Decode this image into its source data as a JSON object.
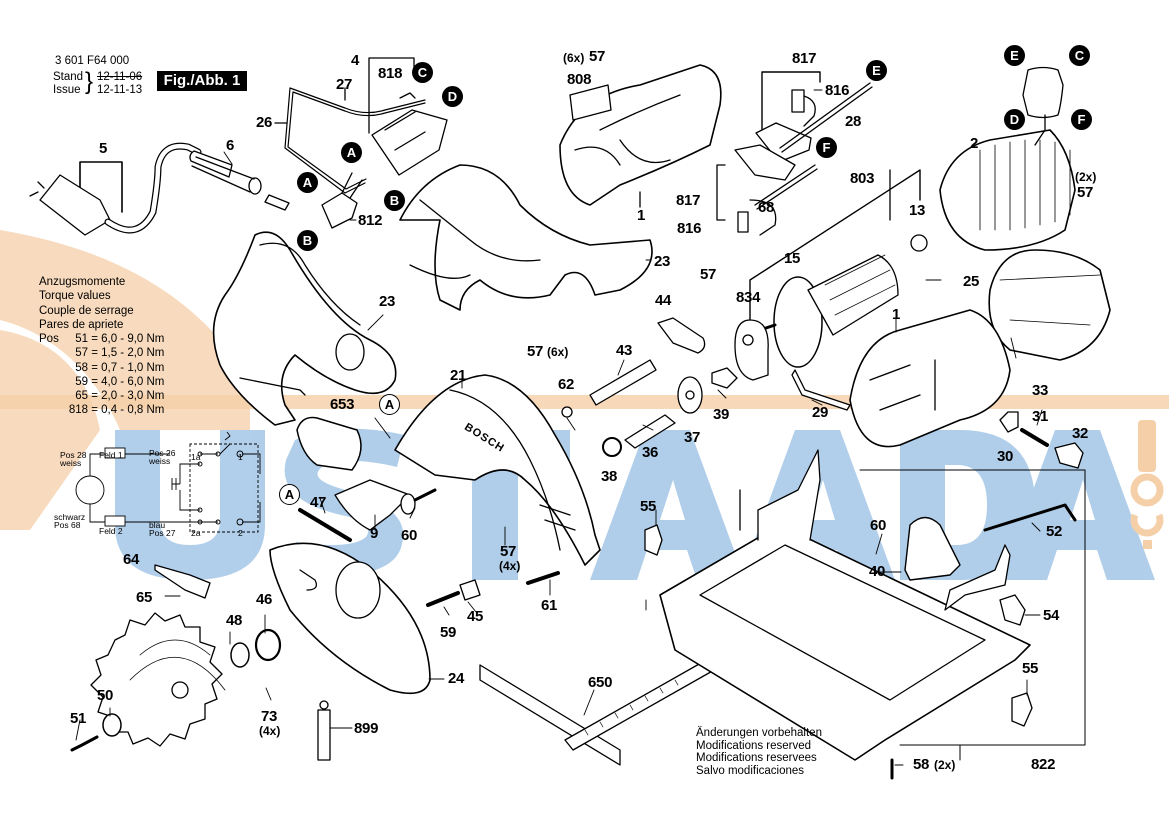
{
  "header": {
    "part_number": "3 601 F64 000",
    "stand_label": "Stand",
    "issue_label": "Issue",
    "stand_date_struck": "12-11-06",
    "issue_date": "12-11-13",
    "figure_label": "Fig./Abb. 1"
  },
  "torque": {
    "title_de": "Anzugsmomente",
    "title_en": "Torque values",
    "title_fr": "Couple de serrage",
    "title_es": "Pares de apriete",
    "pos_prefix": "Pos",
    "values": [
      {
        "pos": "51",
        "range": "= 6,0 - 9,0 Nm"
      },
      {
        "pos": "57",
        "range": "= 1,5 - 2,0 Nm"
      },
      {
        "pos": "58",
        "range": "= 0,7 - 1,0 Nm"
      },
      {
        "pos": "59",
        "range": "= 4,0 - 6,0 Nm"
      },
      {
        "pos": "65",
        "range": "= 2,0 - 3,0 Nm"
      },
      {
        "pos": "818",
        "range": "= 0,4 - 0,8 Nm"
      }
    ]
  },
  "wiring": {
    "pos28": "Pos 28",
    "weiss1": "weiss",
    "schwarz": "schwarz",
    "pos68": "Pos 68",
    "feld1": "Feld 1",
    "feld2": "Feld 2",
    "pos26": "Pos 26",
    "weiss2": "weiss",
    "blau": "blau",
    "pos27": "Pos 27",
    "t1a": "1a",
    "t2a": "2a",
    "t1": "1",
    "t2": "2"
  },
  "connectors": {
    "A": "A",
    "B": "B",
    "C": "C",
    "D": "D",
    "E": "E",
    "F": "F"
  },
  "parts": {
    "p1a": "1",
    "p1b": "1",
    "p2": "2",
    "p4": "4",
    "p5": "5",
    "p6": "6",
    "p9": "9",
    "p13": "13",
    "p15": "15",
    "p21": "21",
    "p23a": "23",
    "p23b": "23",
    "p24": "24",
    "p25": "25",
    "p26": "26",
    "p27": "27",
    "p28": "28",
    "p29": "29",
    "p30": "30",
    "p31": "31",
    "p32": "32",
    "p33": "33",
    "p36": "36",
    "p37": "37",
    "p38": "38",
    "p39": "39",
    "p40": "40",
    "p43": "43",
    "p44": "44",
    "p45": "45",
    "p46": "46",
    "p47": "47",
    "p48": "48",
    "p50": "50",
    "p51": "51",
    "p52": "52",
    "p54": "54",
    "p55a": "55",
    "p55b": "55",
    "p57a": "57",
    "p57b": "57",
    "p57c": "57",
    "p57d": "57",
    "p57e": "57",
    "p58": "58",
    "p59": "59",
    "p60a": "60",
    "p60b": "60",
    "p61": "61",
    "p62": "62",
    "p64": "64",
    "p65": "65",
    "p68": "68",
    "p73": "73",
    "p650": "650",
    "p653": "653",
    "p803": "803",
    "p808": "808",
    "p812": "812",
    "p816a": "816",
    "p816b": "816",
    "p817a": "817",
    "p817b": "817",
    "p818": "818",
    "p822": "822",
    "p834": "834",
    "p899": "899"
  },
  "quantities": {
    "q57_top": "(6x)",
    "q57_handle": "(6x)",
    "q57_motor": "(2x)",
    "q57_guard": "(4x)",
    "q73": "(4x)",
    "q58": "(2x)"
  },
  "guard_brand": "BOSCH",
  "modifications": [
    "Änderungen vorbehalten",
    "Modifications reserved",
    "Modifications reservees",
    "Salvo modificaciones"
  ],
  "watermark": {
    "text": "USTAADA",
    "suffix": ".com",
    "blue": "#9dc3e6",
    "orange": "#f5cfa8"
  }
}
